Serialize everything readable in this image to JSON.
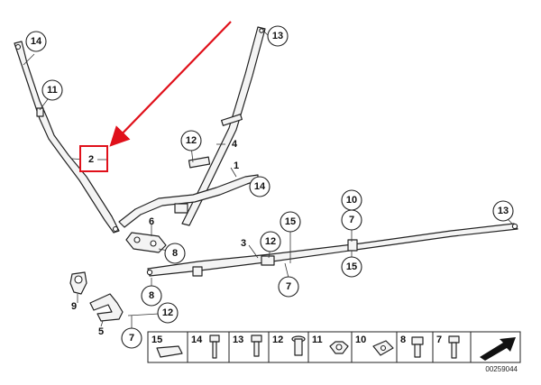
{
  "callouts": {
    "n1": "1",
    "n2": "2",
    "n3": "3",
    "n4": "4",
    "n5": "5",
    "n6": "6",
    "n7": "7",
    "n8": "8",
    "n9": "9",
    "n10": "10",
    "n11": "11",
    "n12": "12",
    "n13": "13",
    "n14": "14",
    "n15": "15"
  },
  "legend": {
    "items": [
      "15",
      "14",
      "13",
      "12",
      "11",
      "10",
      "8",
      "7"
    ]
  },
  "document_number": "00259044",
  "highlight_color": "#e0101a"
}
